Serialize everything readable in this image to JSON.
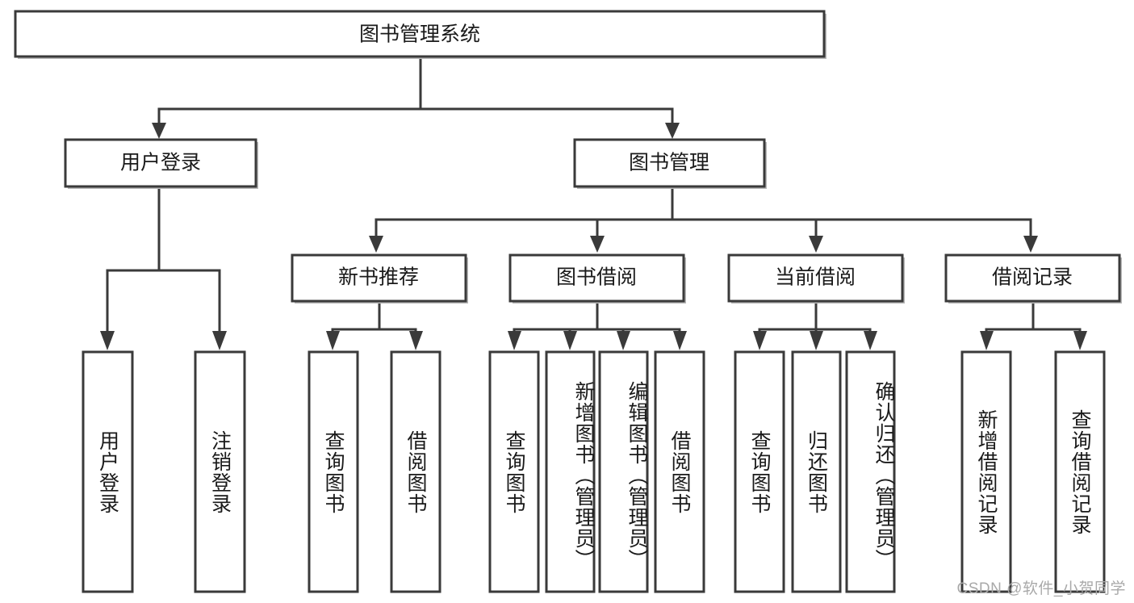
{
  "diagram": {
    "title": "图书管理系统",
    "type": "tree-hierarchy-diagram",
    "colors": {
      "box_stroke": "#3a3a3a",
      "box_fill": "#ffffff",
      "text": "#1a1a1a",
      "watermark": "#a9a9a9",
      "background": "#ffffff"
    },
    "root": {
      "label": "图书管理系统",
      "orientation": "horizontal"
    },
    "level2": [
      {
        "label": "用户登录",
        "orientation": "horizontal"
      },
      {
        "label": "图书管理",
        "orientation": "horizontal"
      }
    ],
    "level3": [
      {
        "label": "新书推荐",
        "orientation": "horizontal"
      },
      {
        "label": "图书借阅",
        "orientation": "horizontal"
      },
      {
        "label": "当前借阅",
        "orientation": "horizontal"
      },
      {
        "label": "借阅记录",
        "orientation": "horizontal"
      }
    ],
    "leaves": {
      "user_login": [
        {
          "label": "用户登录",
          "orientation": "vertical"
        },
        {
          "label": "注销登录",
          "orientation": "vertical"
        }
      ],
      "new_book_recommend": [
        {
          "label": "查询图书",
          "orientation": "vertical"
        },
        {
          "label": "借阅图书",
          "orientation": "vertical"
        }
      ],
      "book_borrow": [
        {
          "label": "查询图书",
          "orientation": "vertical"
        },
        {
          "label": "新增图书（管理员）",
          "orientation": "vertical"
        },
        {
          "label": "编辑图书（管理员）",
          "orientation": "vertical"
        },
        {
          "label": "借阅图书",
          "orientation": "vertical"
        }
      ],
      "current_borrow": [
        {
          "label": "查询图书",
          "orientation": "vertical"
        },
        {
          "label": "归还图书",
          "orientation": "vertical"
        },
        {
          "label": "确认归还（管理员）",
          "orientation": "vertical"
        }
      ],
      "borrow_record": [
        {
          "label": "新增借阅记录",
          "orientation": "vertical"
        },
        {
          "label": "查询借阅记录",
          "orientation": "vertical"
        }
      ]
    }
  },
  "watermark": {
    "text": "CSDN @软件_小贺同学"
  }
}
